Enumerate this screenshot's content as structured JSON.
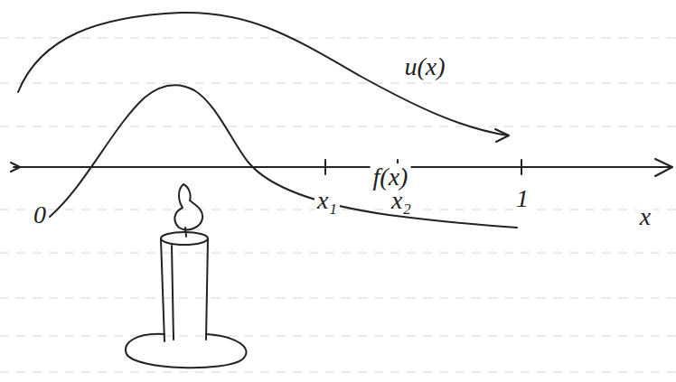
{
  "diagram": {
    "labels": [
      "u(x)",
      "0",
      "x₁",
      "x₂",
      "1",
      "x",
      "f(x)"
    ]
  }
}
